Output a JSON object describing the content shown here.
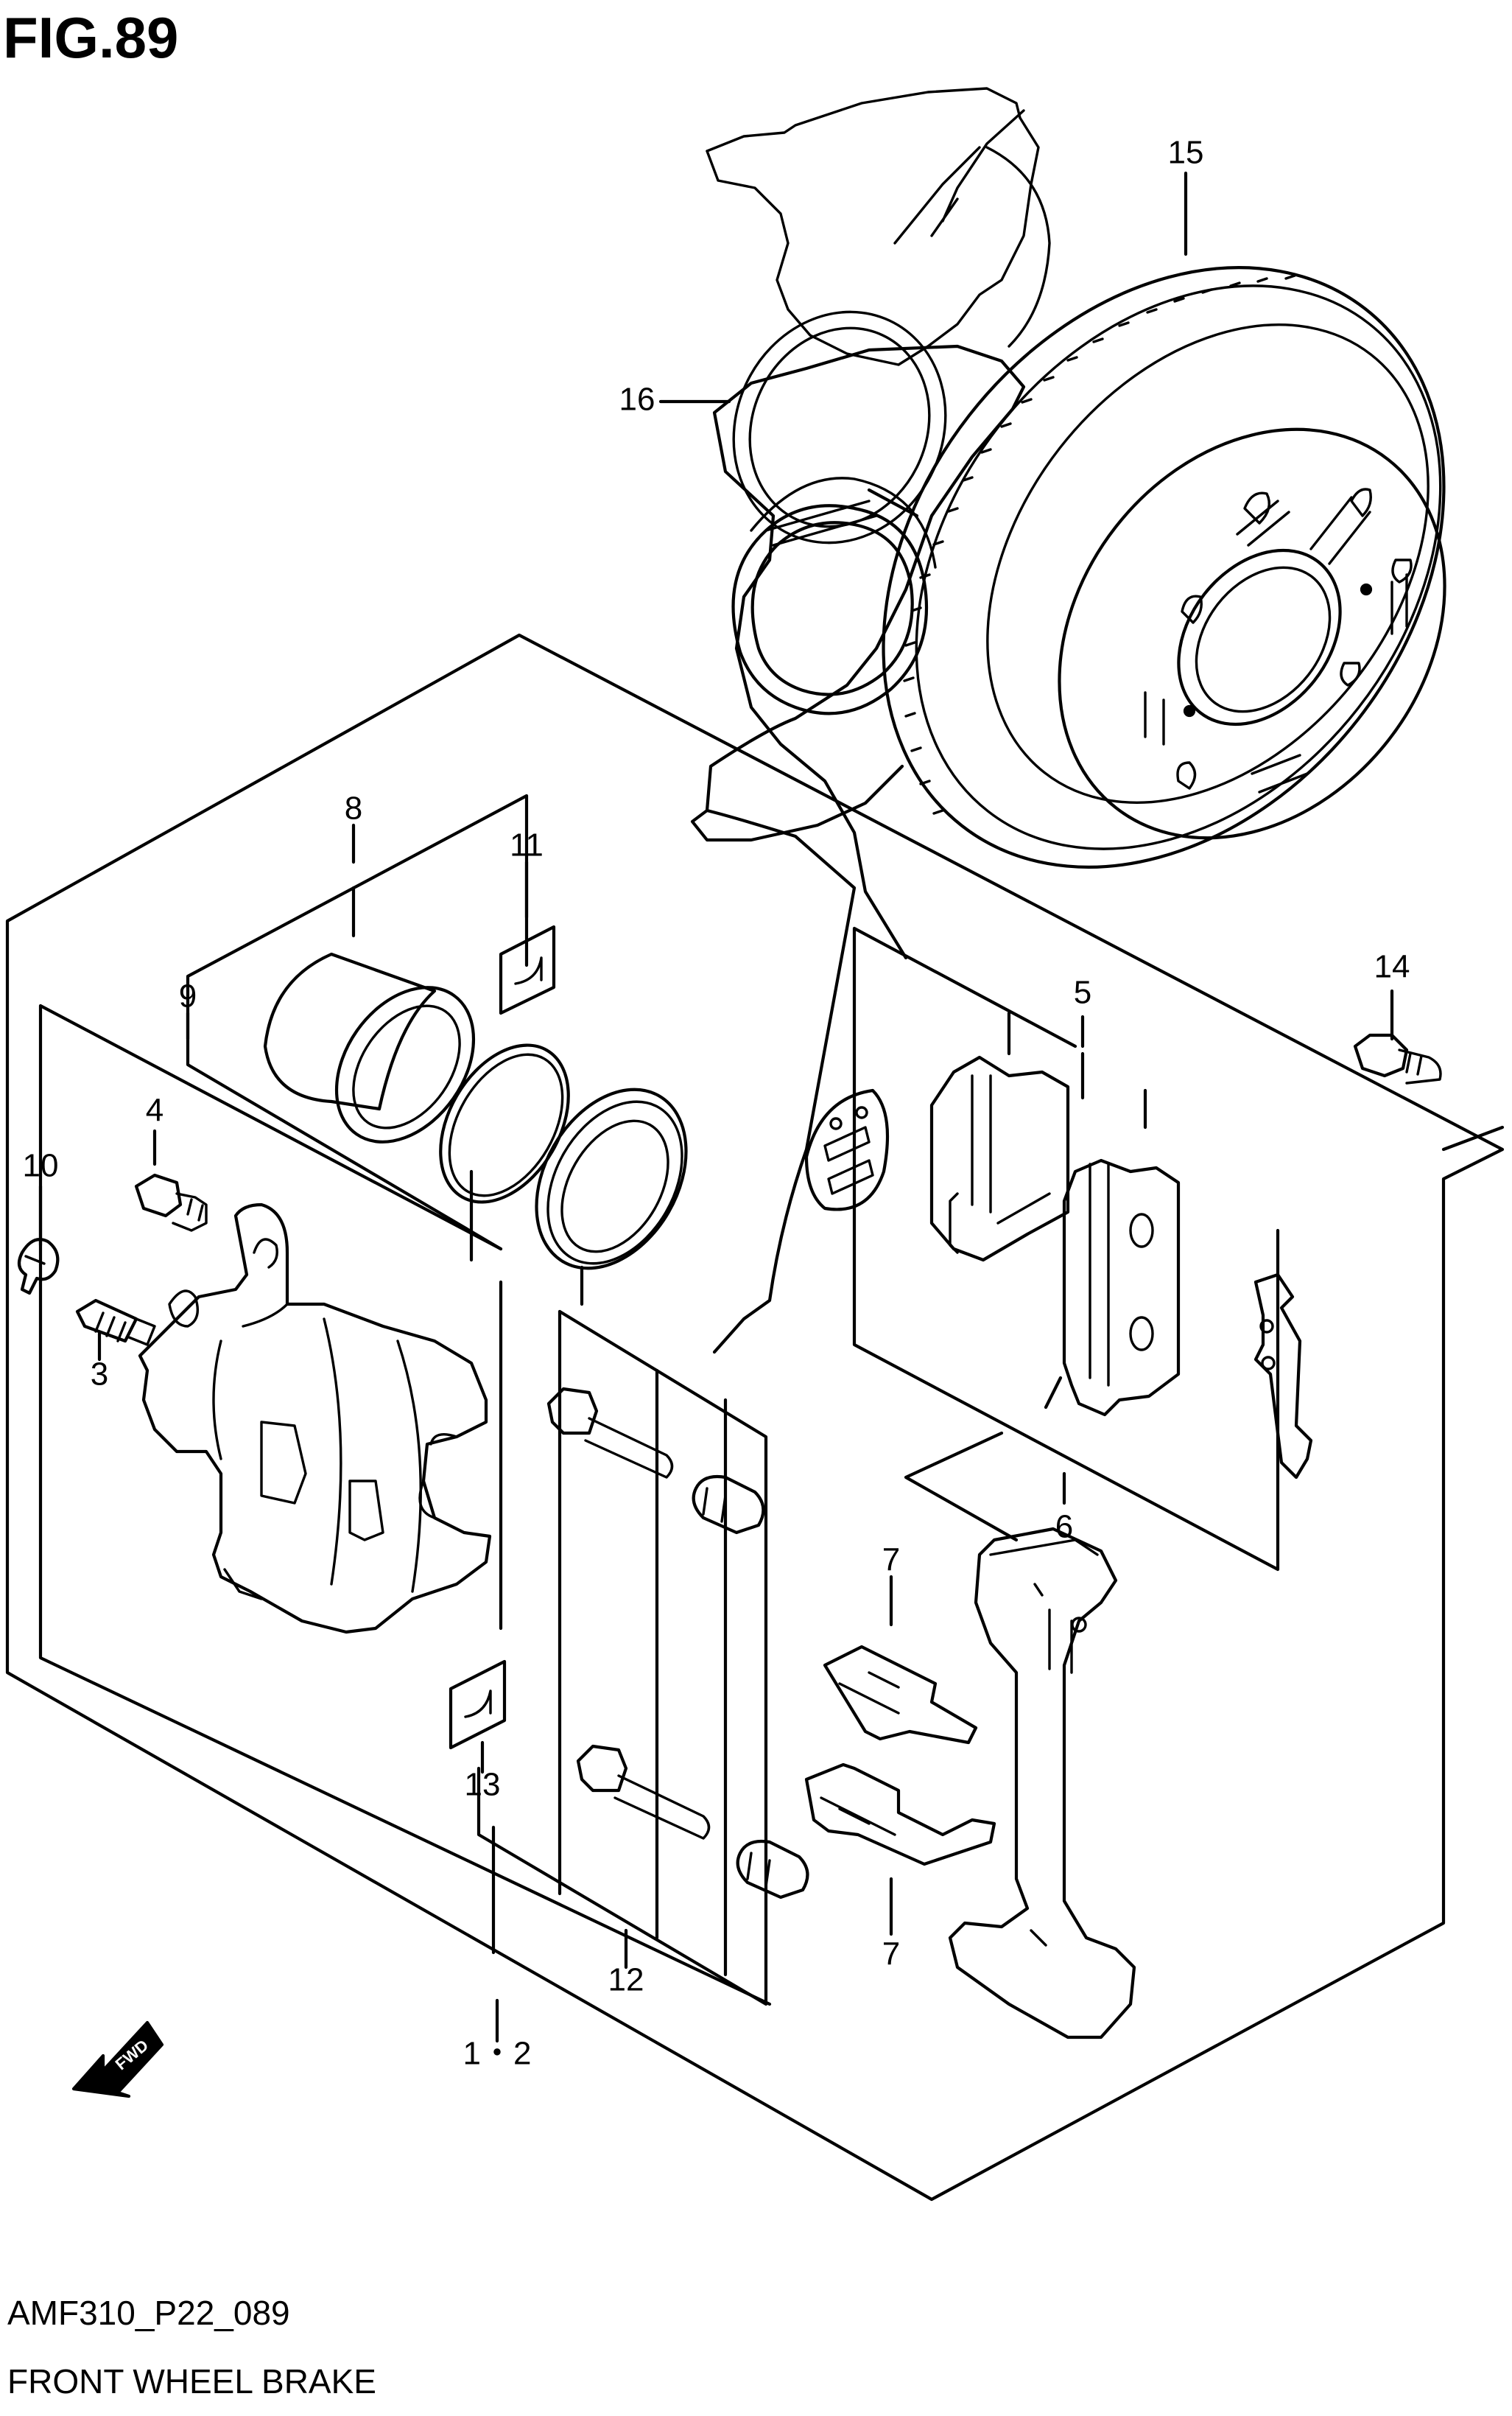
{
  "figure": {
    "title": "FIG.89",
    "code": "AMF310_P22_089",
    "caption": "FRONT WHEEL BRAKE",
    "fwd_label": "FWD"
  },
  "callouts": [
    {
      "id": "c15",
      "text": "15"
    },
    {
      "id": "c16",
      "text": "16"
    },
    {
      "id": "c8",
      "text": "8"
    },
    {
      "id": "c11",
      "text": "11"
    },
    {
      "id": "c9",
      "text": "9"
    },
    {
      "id": "c4",
      "text": "4"
    },
    {
      "id": "c10",
      "text": "10"
    },
    {
      "id": "c3",
      "text": "3"
    },
    {
      "id": "c5",
      "text": "5"
    },
    {
      "id": "c14",
      "text": "14"
    },
    {
      "id": "c6",
      "text": "6"
    },
    {
      "id": "c7a",
      "text": "7"
    },
    {
      "id": "c13",
      "text": "13"
    },
    {
      "id": "c7b",
      "text": "7"
    },
    {
      "id": "c12",
      "text": "12"
    },
    {
      "id": "c12b",
      "text": "1・2"
    }
  ]
}
